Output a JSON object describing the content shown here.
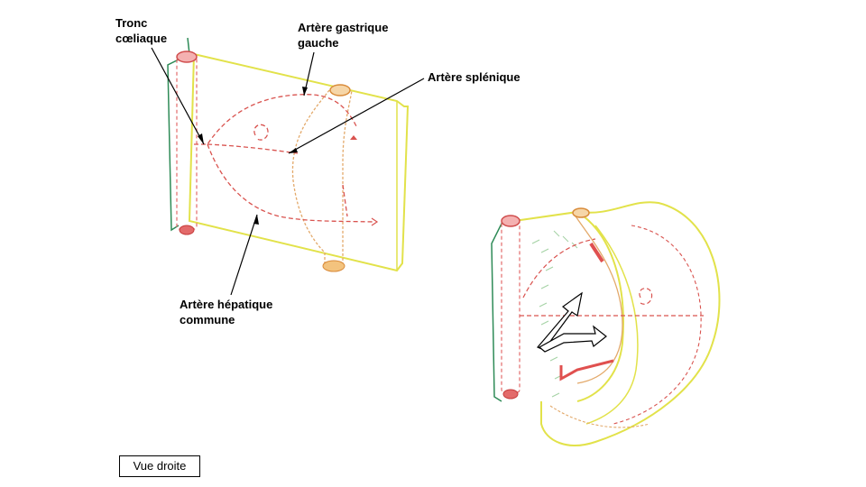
{
  "labels": {
    "tronc_coeliaque": [
      "Tronc",
      "cœliaque"
    ],
    "artere_gastrique_gauche": [
      "Artère gastrique",
      "gauche"
    ],
    "artere_splenique": "Artère splénique",
    "artere_hepatique_commune": [
      "Artère hépatique",
      "commune"
    ]
  },
  "view_label": "Vue droite",
  "colors": {
    "aorta": "#e36a6a",
    "vessel_dash": "#d9534f",
    "mesentery_outline": "#e2e24a",
    "peritoneum_green": "#2e8b57",
    "stomach_outline": "#e3a96a",
    "leader": "#000000",
    "arrow_red": "#e0504f"
  }
}
